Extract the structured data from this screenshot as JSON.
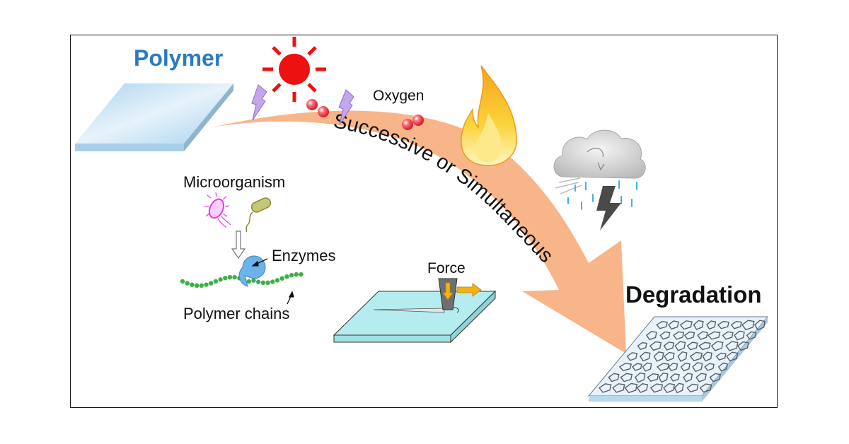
{
  "diagram": {
    "title_start": "Polymer",
    "title_end": "Degradation",
    "process_arrow_label": "Successive  or Simultaneous",
    "factors": [
      {
        "name": "sunlight-uv",
        "label": ""
      },
      {
        "name": "oxygen",
        "label": "Oxygen"
      },
      {
        "name": "heat",
        "label": ""
      },
      {
        "name": "weather",
        "label": ""
      },
      {
        "name": "microorganism",
        "label": "Microorganism"
      },
      {
        "name": "enzymes",
        "label": "Enzymes"
      },
      {
        "name": "polymer-chains",
        "label": "Polymer chains"
      },
      {
        "name": "mechanical-force",
        "label": "Force"
      }
    ],
    "colors": {
      "polymer_title": "#2a7ac5",
      "arrow": "#f8b589",
      "sun": "#ee1111",
      "uv_bolt": "#b48ee0",
      "oxygen": "#e8202a",
      "flame": "#f5b020",
      "rain": "#3bb3e6",
      "chain": "#3cb043",
      "enzyme": "#6ab4ea",
      "force_arrow": "#f2b311",
      "plate": "#bcdff2"
    }
  }
}
